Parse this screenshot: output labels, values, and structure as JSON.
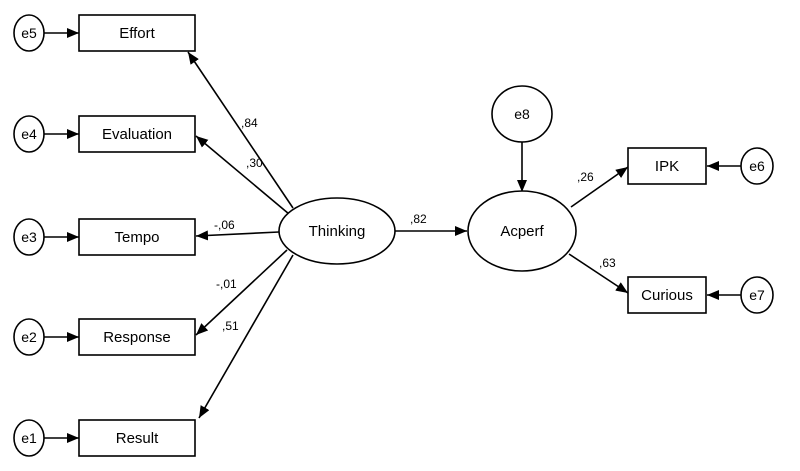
{
  "diagram": {
    "latent": {
      "thinking": "Thinking",
      "acperf": "Acperf"
    },
    "indicators": {
      "effort": "Effort",
      "evaluation": "Evaluation",
      "tempo": "Tempo",
      "response": "Response",
      "result": "Result",
      "ipk": "IPK",
      "curious": "Curious"
    },
    "errors": {
      "e1": "e1",
      "e2": "e2",
      "e3": "e3",
      "e4": "e4",
      "e5": "e5",
      "e6": "e6",
      "e7": "e7",
      "e8": "e8"
    },
    "loadings": {
      "effort": ",84",
      "evaluation": ",30",
      "tempo": "-,06",
      "response": "-,01",
      "result": ",51",
      "thinking_acperf": ",82",
      "ipk": ",26",
      "curious": ",63"
    }
  }
}
